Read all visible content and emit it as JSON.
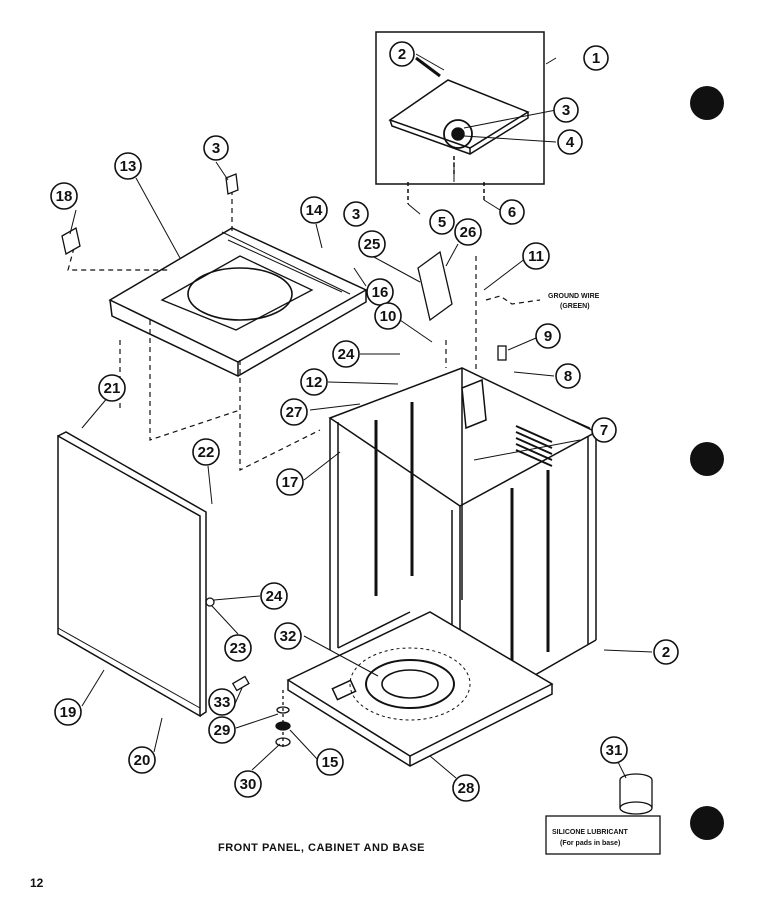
{
  "title": "FRONT PANEL, CABINET AND BASE",
  "page_number": "12",
  "labels": {
    "ground_wire": "GROUND WIRE",
    "ground_wire_color": "(GREEN)",
    "lubricant": "SILICONE LUBRICANT",
    "lubricant_note": "(For pads in base)"
  },
  "callouts": [
    "1",
    "2",
    "3",
    "3",
    "4",
    "5",
    "3",
    "6",
    "13",
    "3",
    "14",
    "18",
    "25",
    "26",
    "11",
    "16",
    "10",
    "9",
    "24",
    "12",
    "8",
    "27",
    "7",
    "21",
    "22",
    "17",
    "24",
    "23",
    "2",
    "32",
    "19",
    "33",
    "29",
    "20",
    "30",
    "15",
    "28",
    "31"
  ],
  "colors": {
    "ink": "#111111",
    "paper": "#ffffff"
  }
}
